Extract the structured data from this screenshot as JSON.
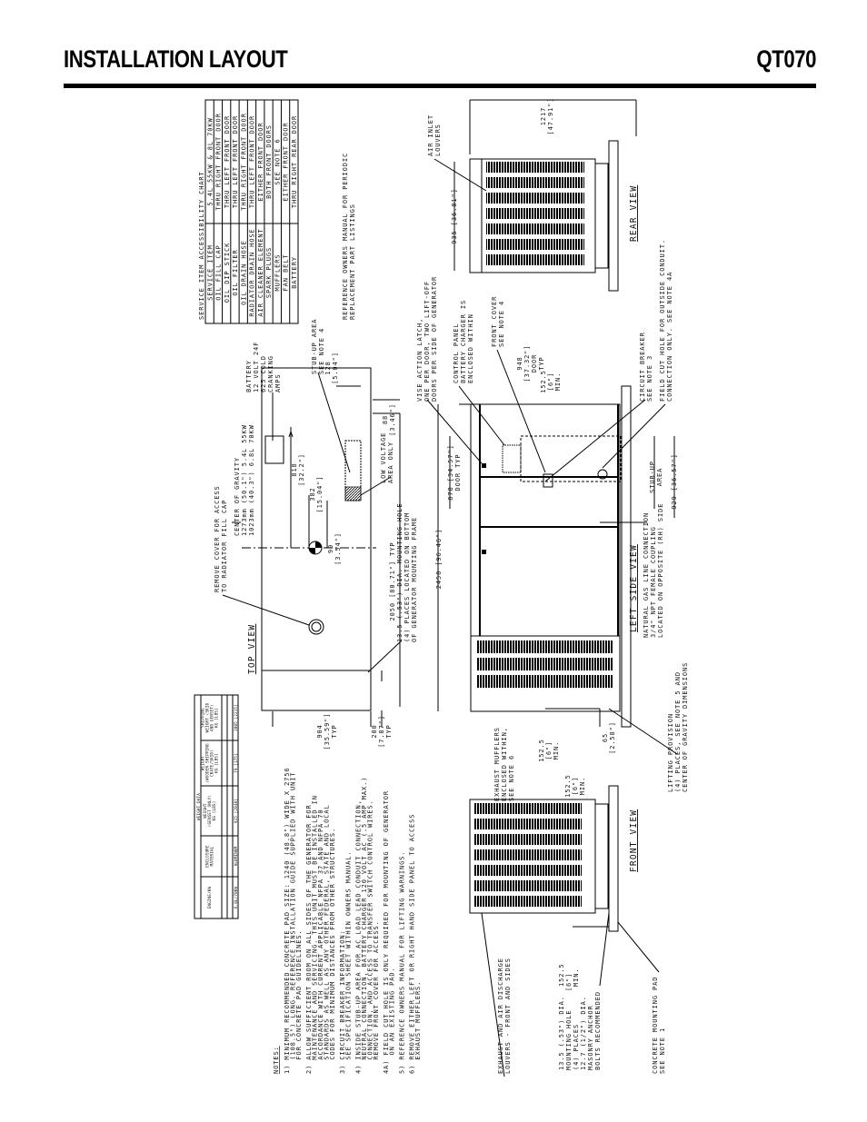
{
  "header": {
    "title": "INSTALLATION LAYOUT",
    "model": "QT070"
  },
  "service_chart": {
    "title": "SERVICE ITEM ACCESSIBILITY CHART",
    "columns": [
      "SERVICE ITEM",
      "5.4L 55KW & 8L 70KW"
    ],
    "rows": [
      [
        "OIL FILL CAP",
        "THRU RIGHT FRONT DOOR"
      ],
      [
        "OIL DIP STICK",
        "THRU LEFT FRONT DOOR"
      ],
      [
        "OIL FILTER",
        "THRU LEFT FRONT DOOR"
      ],
      [
        "OIL DRAIN HOSE",
        "THRU RIGHT FRONT DOOR"
      ],
      [
        "RADIATOR DRAIN HOSE",
        "THRU LEFT FRONT DOOR"
      ],
      [
        "AIR CLEANER ELEMENT",
        "EITHER FRONT DOOR"
      ],
      [
        "SPARK PLUGS",
        "BOTH FRONT DOORS"
      ],
      [
        "MUFFLERS",
        "SEE NOTE 6"
      ],
      [
        "FAN BELT",
        "EITHER FRONT DOOR"
      ],
      [
        "BATTERY",
        "THRU RIGHT REAR DOOR"
      ]
    ],
    "reference": [
      "REFERENCE OWNERS MANUAL FOR PERIODIC",
      "REPLACEMENT PART LISTINGS"
    ]
  },
  "weight_data": {
    "title": "WEIGHT DATA",
    "columns": [
      [
        "ENGINE/KW"
      ],
      [
        "ENCLOSURE",
        "MATERIAL"
      ],
      [
        "WEIGHT",
        "(GENSET ONLY)",
        "KG [LBS]"
      ],
      [
        "WEIGHT",
        "(WOODEN SHIPPING",
        "CRATE/SKID)",
        "KG [LBS]"
      ],
      [
        "SHIPPING",
        "WEIGHT (SKID",
        "AND GENSET)",
        "KG [LBS]"
      ]
    ],
    "rows": [
      [
        "",
        "",
        "",
        "",
        ""
      ],
      [
        "",
        "",
        "",
        "",
        ""
      ],
      [
        "6.8L/70KW",
        "ALUMINUM",
        "925 [2040]",
        "79 [175]",
        "1005 [2215]"
      ]
    ]
  },
  "notes": {
    "heading": "NOTES:",
    "lines": [
      "1) MINIMUM RECOMMENDED CONCRETE PAD SIZE: 1240 (48.8\") WIDE X 2756",
      "   (108.5\") LONG. REFERENCE INSTALLATION GUIDE SUPPLIED WITH UNIT",
      "   FOR CONCRETE PAD GUIDELINES.",
      "2) ALLOW SUFFICIENT ROOM ON ALL SIDES OF THE GENERATOR FOR",
      "   MAINTENANCE AND SERVICING. THIS UNIT MUST BE INSTALLED IN",
      "   ACCORDANCE WITH CURRENT APPLICABLE NFPA 37 AND NFPA 70",
      "   STANDARDS AS WELL AS ANY OTHER FEDERAL, STATE AND LOCAL",
      "   CODES FOR MINIMUM DISTANCES FROM OTHER STRUCTURES.",
      "3) CIRCUIT BREAKER INFORMATION:",
      "   SEE SPECIFICATION SHEET WITHIN OWNERS MANUAL.",
      "4) INSIDE STUB-UP AREA FOR AC LOAD LEAD CONDUIT CONNECTION,",
      "   NEUTRAL CONNECTION, BATTERY CHARGER 120 VOLT AC (.5 AMP MAX.)",
      "   CONNECTION, AND ACCESS TO TRANSFER SWITCH CONTROL WIRES.",
      "   REMOVE FRONT COVER FOR ACCESS.",
      "4A) FIELD CUT HOLE IS ONLY REQUIRED FOR MOUNTING OF GENERATOR",
      "    ON AN EXISTING PAD.",
      "5) REFERENCE OWNERS MANUAL FOR LIFTING WARNINGS.",
      "6) REMOVE EITHER LEFT OR RIGHT HAND SIDE PANEL TO ACCESS",
      "   EXHAUST MUFFLERS."
    ]
  },
  "labels": {
    "top_view": [
      "TOP VIEW"
    ],
    "left_side_view": [
      "LEFT SIDE VIEW"
    ],
    "rear_view": [
      "REAR VIEW"
    ],
    "front_view": [
      "FRONT VIEW"
    ],
    "radiator_cap": [
      "REMOVE COVER FOR ACCESS",
      "TO RADIATOR FILL CAP"
    ],
    "cog": [
      "CENTER OF GRAVITY",
      "1273mm (50.1\") 5.4L 55KW",
      "1023mm (40.3\") 6.8L 70KW"
    ],
    "battery": [
      "BATTERY",
      "12 VOLT 24F",
      "625 COLD",
      "CRANKING",
      "AMPS"
    ],
    "stub_up_top": [
      "STUB-UP AREA",
      "SEE NOTE 4"
    ],
    "dim_128": [
      "128",
      "[5.04\"]"
    ],
    "dim_818": [
      "818",
      "[32.2\"]"
    ],
    "dim_382": [
      "382",
      "[15.04\"]"
    ],
    "dim_90": [
      "90",
      "[3.54\"]"
    ],
    "dim_88": [
      "88",
      "[3.46\"]"
    ],
    "low_voltage": [
      "LOW VOLTAGE",
      "AREA ONLY"
    ],
    "dim_2050": [
      "2050 [80.71\"] TYP"
    ],
    "mount_hole_top": [
      "13.5 (.53\") DIA. MOUNTING HOLE",
      "(4) PLACES LOCATED ON BOTTOM",
      "OF GENERATOR MOUNTING FRAME"
    ],
    "dim_904": [
      "904",
      "[35.59\"]",
      "TYP"
    ],
    "dim_200": [
      "200",
      "[7.87\"]",
      "TYP"
    ],
    "dim_2450": [
      "2450 [96.46\"]"
    ],
    "dim_878": [
      "878 [34.57\"]",
      "DOOR TYP"
    ],
    "latch": [
      "VISE ACTION LATCH,",
      "ONE PER DOOR, TWO LIFT-OFF",
      "DOORS PER SIDE OF GENERATOR"
    ],
    "control_panel": [
      "CONTROL PANEL",
      "BATTERY CHARGER IS",
      "ENCLOSED WITHIN"
    ],
    "front_cover": [
      "FRONT COVER",
      "SEE NOTE 4"
    ],
    "dim_948": [
      "948",
      "[37.32\"]",
      "DOOR",
      "TYP"
    ],
    "dim_1525_side": [
      "152.5",
      "[6\"]",
      "MIN."
    ],
    "circuit_breaker": [
      "CIRCUIT BREAKER",
      "SEE NOTE 3"
    ],
    "field_cut": [
      "FIELD CUT HOLE FOR OUTSIDE CONDUIT.",
      "CONNECTION ONLY. SEE NOTE 4A"
    ],
    "stub_up_side": [
      "STUB-UP",
      "AREA"
    ],
    "dim_929": [
      "929 [36.57\"]"
    ],
    "gas_line": [
      "NATURAL GAS LINE CONNECTION",
      "3/4\" NPT FEMALE COUPLING",
      "LOCATED ON OPPOSITE (RH) SIDE"
    ],
    "air_inlet": [
      "AIR INLET",
      "LOUVERS"
    ],
    "dim_935": [
      "935 [36.81\"]"
    ],
    "dim_1217": [
      "1217",
      "[47.91\"]"
    ],
    "exhaust_mufflers": [
      "EXHAUST MUFFLERS",
      "ENCLOSED WITHIN,",
      "SEE NOTE 6"
    ],
    "dim_1525_a": [
      "152.5",
      "[6\"]",
      "MIN."
    ],
    "dim_1525_b": [
      "152.5",
      "[6\"]",
      "MIN."
    ],
    "dim_65": [
      "65",
      "[2.58\"]"
    ],
    "lifting": [
      "LIFTING PROVISION",
      "(4) PLACES, SEE NOTE 5 AND",
      "CENTER OF GRAVITY DIMENSIONS"
    ],
    "exhaust_louvers": [
      "EXHAUST AND AIR DISCHARGE",
      "LOUVERS - FRONT AND SIDES"
    ],
    "mount_hole_front": [
      "13.5 (.53\") DIA.  152.5",
      "MOUNTING HOLE    [6\"]",
      "(4) PLACES        MIN.",
      "12.7 (1/2\") DIA.",
      "MASONRY ANCHOR",
      "BOLTS RECOMMENDED"
    ],
    "concrete_pad": [
      "CONCRETE MOUNTING PAD",
      "SEE NOTE 1"
    ]
  }
}
